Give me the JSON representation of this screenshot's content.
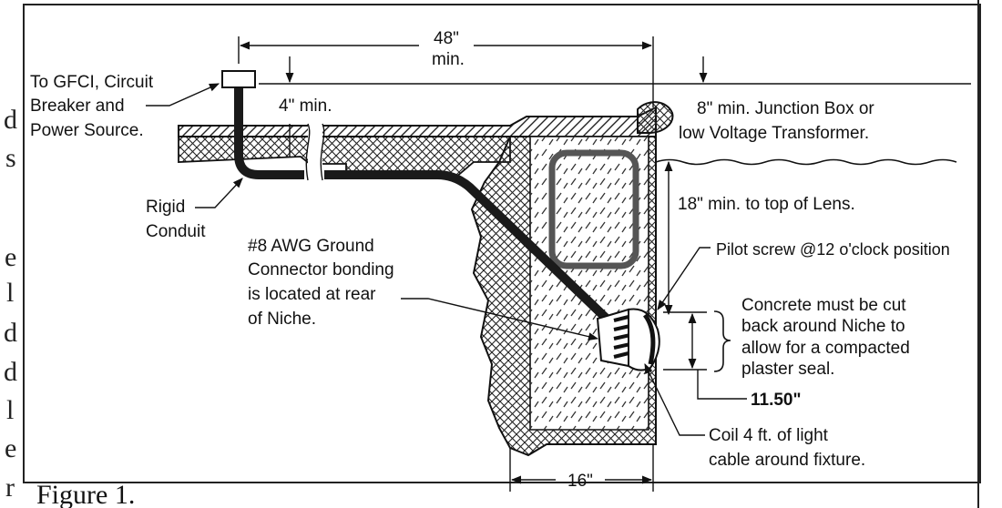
{
  "labels": {
    "dim_48_line1": "48\"",
    "dim_48_line2": "min.",
    "dim_4": "4\" min.",
    "gfci_line1": "To GFCI, Circuit",
    "gfci_line2": "Breaker and",
    "gfci_line3": "Power Source.",
    "junction_line1": "8\" min. Junction Box or",
    "junction_line2": "low Voltage Transformer.",
    "depth_18": "18\" min. to top of Lens.",
    "conduit_line1": "Rigid",
    "conduit_line2": "Conduit",
    "ground_line1": "#8 AWG Ground",
    "ground_line2": "Connector bonding",
    "ground_line3": "is located at rear",
    "ground_line4": "of Niche.",
    "pilot_screw": "Pilot screw @12 o'clock position",
    "concrete_line1": "Concrete must be cut",
    "concrete_line2": "back around Niche to",
    "concrete_line3": "allow for a compacted",
    "concrete_line4": "plaster seal.",
    "dim_1150": "11.50\"",
    "coil_line1": "Coil 4 ft. of light",
    "coil_line2": "cable around fixture.",
    "dim_16": "16\"",
    "figure_caption": "Figure 1."
  },
  "left_edge_glyphs": [
    "d",
    "s",
    "e",
    "l",
    "d",
    "d",
    "l",
    "e",
    "r"
  ],
  "colors": {
    "ink": "#111111",
    "conduit": "#1a1a1a",
    "niche_box": "#555555",
    "border": "#222222"
  }
}
